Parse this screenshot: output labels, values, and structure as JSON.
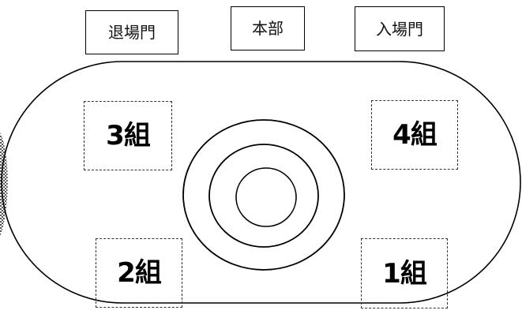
{
  "top_boxes": {
    "exit_gate": "退場門",
    "headquarters": "本部",
    "entry_gate": "入場門"
  },
  "groups": {
    "group_3": "3組",
    "group_4": "4組",
    "group_2": "2組",
    "group_1": "1組"
  }
}
